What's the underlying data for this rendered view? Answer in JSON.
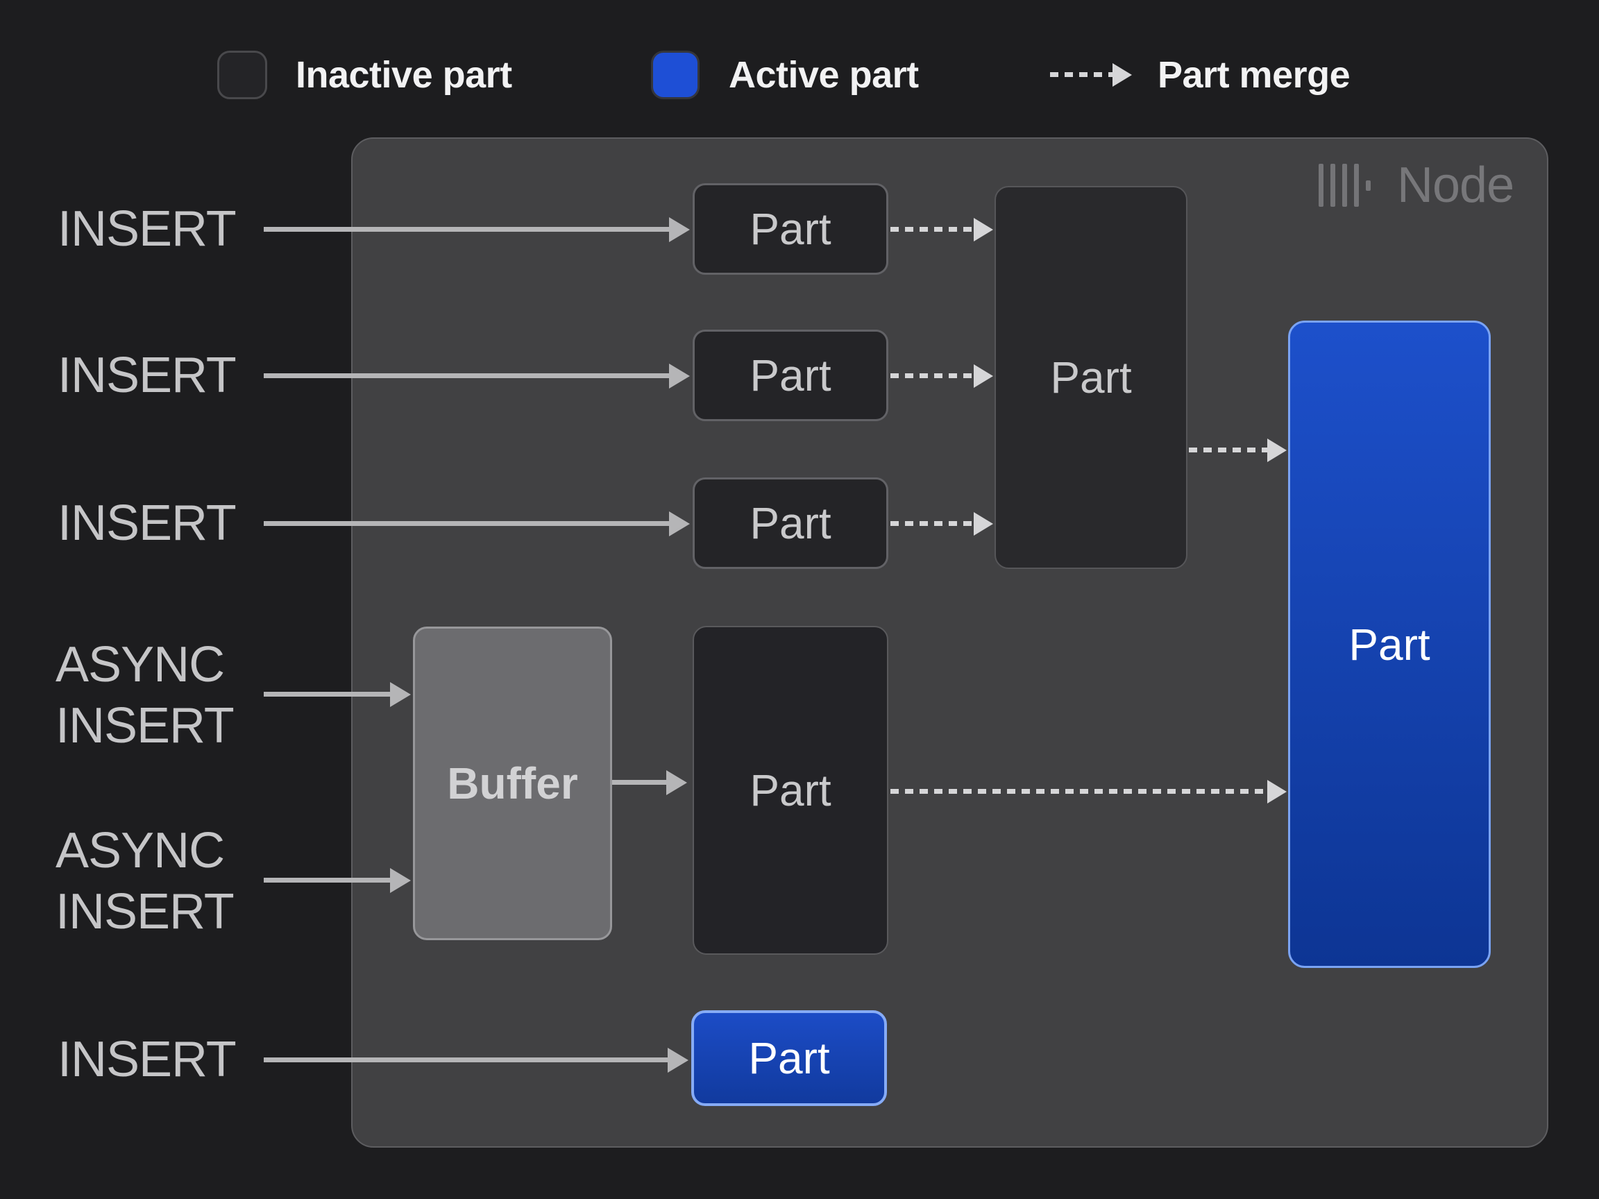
{
  "legend": {
    "inactive_label": "Inactive part",
    "active_label": "Active part",
    "merge_label": "Part merge"
  },
  "node": {
    "title": "Node",
    "logo": "clickhouse-bars-icon"
  },
  "inputs": {
    "insert1": "INSERT",
    "insert2": "INSERT",
    "insert3": "INSERT",
    "async1_line1": "ASYNC",
    "async1_line2": "INSERT",
    "async2_line1": "ASYNC",
    "async2_line2": "INSERT",
    "insert_bottom": "INSERT"
  },
  "boxes": {
    "part1": "Part",
    "part2": "Part",
    "part3": "Part",
    "merge_part": "Part",
    "buffer": "Buffer",
    "buffered_part": "Part",
    "active_part": "Part",
    "new_part": "Part"
  },
  "colors": {
    "background": "#1d1d1f",
    "node_fill": "#414143",
    "inactive_part_fill": "#242427",
    "active_blue": "#1e4fd6",
    "blue_gradient_top": "#1d50cb",
    "blue_gradient_bottom": "#0d3594",
    "blue_border": "#7aa3f3",
    "buffer_fill": "#6c6c6f",
    "solid_arrow": "#b5b5b7",
    "dashed_arrow": "#d6d6d8"
  }
}
